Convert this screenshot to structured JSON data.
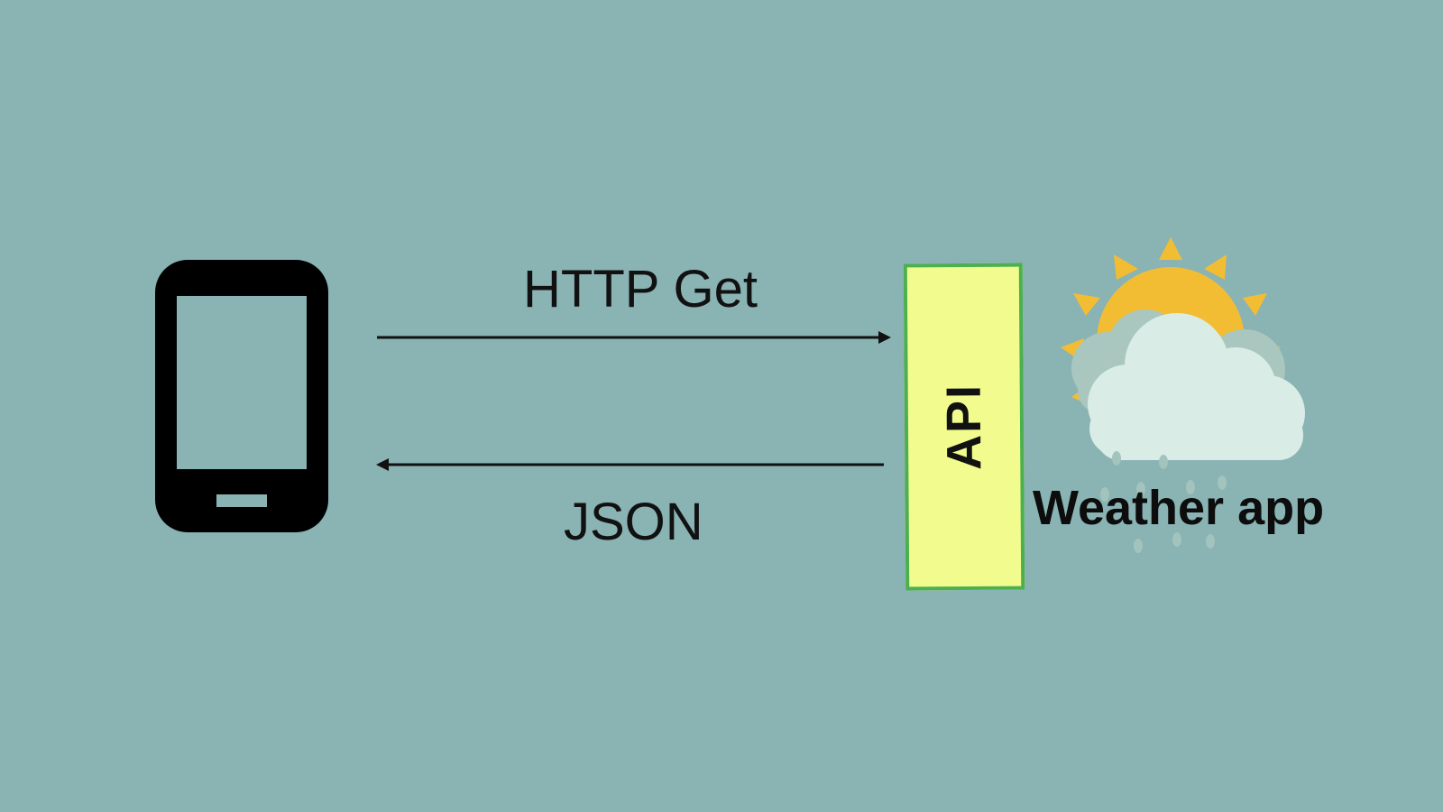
{
  "diagram": {
    "request_label": "HTTP Get",
    "response_label": "JSON",
    "api_label": "API",
    "service_label": "Weather app"
  },
  "icons": {
    "client": "smartphone-icon",
    "service": "weather-sun-cloud-rain-icon"
  },
  "colors": {
    "background": "#8ab3b4",
    "api_fill": "#f2fc8e",
    "api_border": "#4caf50",
    "sun": "#f3bd33",
    "cloud": "#d9ece6"
  }
}
